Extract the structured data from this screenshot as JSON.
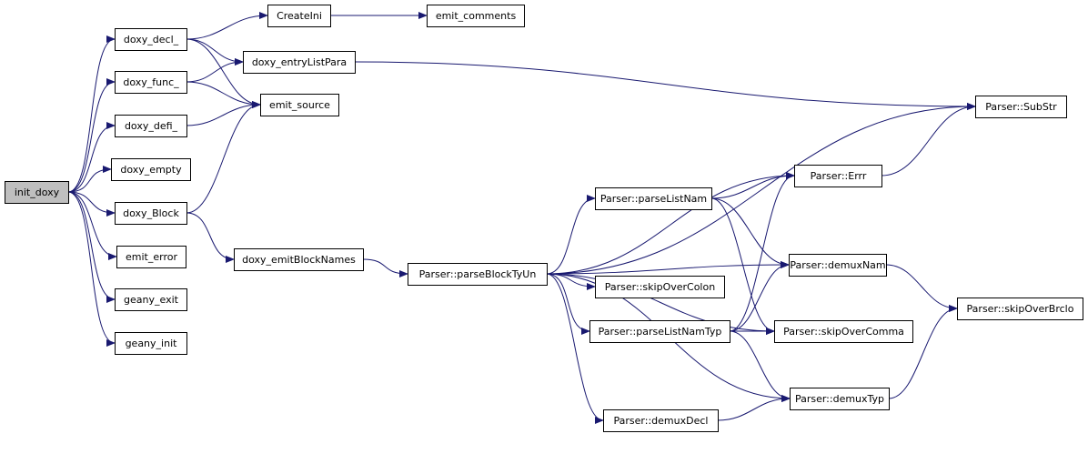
{
  "diagram": {
    "edge_color": "#191970",
    "root_fill": "#bfbfbf",
    "nodes": [
      {
        "id": "init_doxy",
        "label": "init_doxy",
        "root": true
      },
      {
        "id": "doxy_decl",
        "label": "doxy_decl_"
      },
      {
        "id": "doxy_func",
        "label": "doxy_func_"
      },
      {
        "id": "doxy_defi",
        "label": "doxy_defi_"
      },
      {
        "id": "doxy_empty",
        "label": "doxy_empty"
      },
      {
        "id": "doxy_block",
        "label": "doxy_Block"
      },
      {
        "id": "emit_error",
        "label": "emit_error"
      },
      {
        "id": "geany_exit",
        "label": "geany_exit"
      },
      {
        "id": "geany_init",
        "label": "geany_init"
      },
      {
        "id": "createini",
        "label": "CreateIni"
      },
      {
        "id": "emit_comments",
        "label": "emit_comments"
      },
      {
        "id": "doxy_entrylistpara",
        "label": "doxy_entryListPara"
      },
      {
        "id": "emit_source",
        "label": "emit_source"
      },
      {
        "id": "doxy_emitblocknames",
        "label": "doxy_emitBlockNames"
      },
      {
        "id": "parseblocktyun",
        "label": "Parser::parseBlockTyUn"
      },
      {
        "id": "parselistnam",
        "label": "Parser::parseListNam"
      },
      {
        "id": "skipovercolon",
        "label": "Parser::skipOverColon"
      },
      {
        "id": "parselistnamtyp",
        "label": "Parser::parseListNamTyp"
      },
      {
        "id": "demuxdecl",
        "label": "Parser::demuxDecl"
      },
      {
        "id": "errr",
        "label": "Parser::Errr"
      },
      {
        "id": "demuxnam",
        "label": "Parser::demuxNam"
      },
      {
        "id": "skipovercomma",
        "label": "Parser::skipOverComma"
      },
      {
        "id": "demuxtyp",
        "label": "Parser::demuxTyp"
      },
      {
        "id": "substr",
        "label": "Parser::SubStr"
      },
      {
        "id": "skipoverbrclo",
        "label": "Parser::skipOverBrclo"
      }
    ],
    "edges": [
      [
        "init_doxy",
        "doxy_decl"
      ],
      [
        "init_doxy",
        "doxy_func"
      ],
      [
        "init_doxy",
        "doxy_defi"
      ],
      [
        "init_doxy",
        "doxy_empty"
      ],
      [
        "init_doxy",
        "doxy_block"
      ],
      [
        "init_doxy",
        "emit_error"
      ],
      [
        "init_doxy",
        "geany_exit"
      ],
      [
        "init_doxy",
        "geany_init"
      ],
      [
        "doxy_decl",
        "createini"
      ],
      [
        "doxy_decl",
        "doxy_entrylistpara"
      ],
      [
        "doxy_decl",
        "emit_source"
      ],
      [
        "doxy_func",
        "doxy_entrylistpara"
      ],
      [
        "doxy_func",
        "emit_source"
      ],
      [
        "doxy_defi",
        "emit_source"
      ],
      [
        "doxy_block",
        "emit_source"
      ],
      [
        "doxy_block",
        "doxy_emitblocknames"
      ],
      [
        "createini",
        "emit_comments"
      ],
      [
        "doxy_entrylistpara",
        "substr"
      ],
      [
        "doxy_emitblocknames",
        "parseblocktyun"
      ],
      [
        "parseblocktyun",
        "substr"
      ],
      [
        "parseblocktyun",
        "errr"
      ],
      [
        "parseblocktyun",
        "parselistnam"
      ],
      [
        "parseblocktyun",
        "demuxnam"
      ],
      [
        "parseblocktyun",
        "skipovercolon"
      ],
      [
        "parseblocktyun",
        "parselistnamtyp"
      ],
      [
        "parseblocktyun",
        "skipovercomma"
      ],
      [
        "parseblocktyun",
        "demuxdecl"
      ],
      [
        "parseblocktyun",
        "demuxtyp"
      ],
      [
        "parselistnam",
        "errr"
      ],
      [
        "parselistnam",
        "demuxnam"
      ],
      [
        "parselistnam",
        "skipovercomma"
      ],
      [
        "parselistnamtyp",
        "errr"
      ],
      [
        "parselistnamtyp",
        "demuxnam"
      ],
      [
        "parselistnamtyp",
        "skipovercomma"
      ],
      [
        "parselistnamtyp",
        "demuxtyp"
      ],
      [
        "demuxdecl",
        "demuxtyp"
      ],
      [
        "errr",
        "substr"
      ],
      [
        "demuxnam",
        "skipoverbrclo"
      ],
      [
        "demuxtyp",
        "skipoverbrclo"
      ]
    ]
  }
}
